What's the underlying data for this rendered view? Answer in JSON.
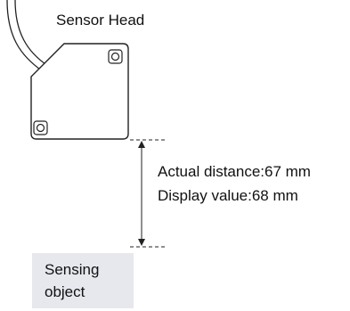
{
  "sensor": {
    "label": "Sensor Head"
  },
  "measurement": {
    "actual_distance": "Actual distance:67 mm",
    "display_value": "Display value:68 mm"
  },
  "sensing_object": {
    "line1": "Sensing",
    "line2": "object"
  },
  "colors": {
    "line": "#222222",
    "object_fill": "#e6e8ee",
    "sensor_fill": "#ffffff"
  }
}
